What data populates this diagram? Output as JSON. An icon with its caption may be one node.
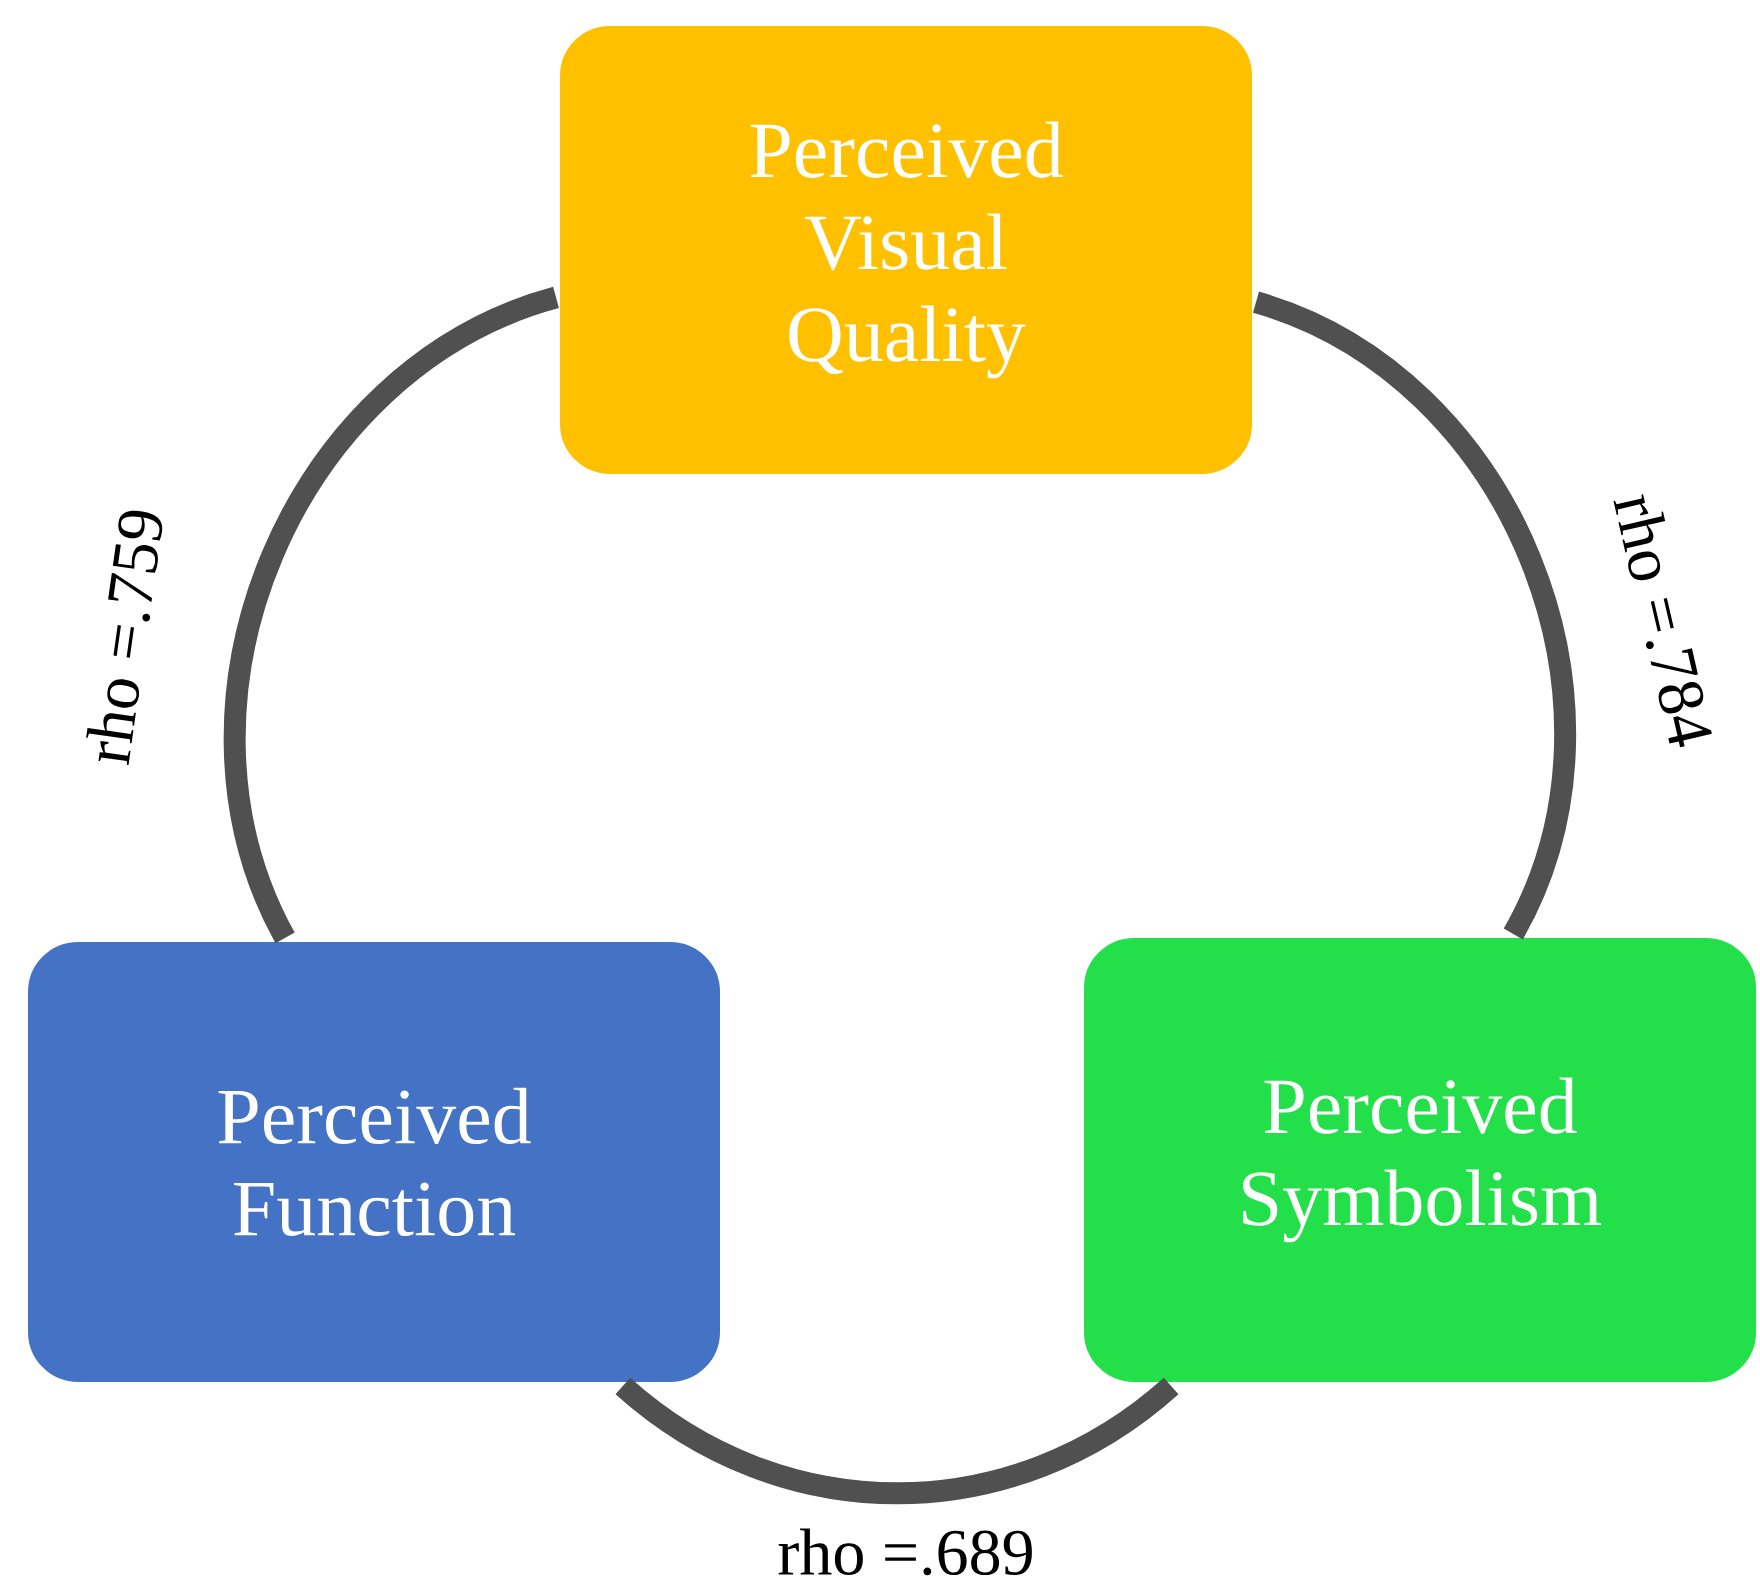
{
  "diagram": {
    "nodes": [
      {
        "text": [
          "Perceived Visual Quality"
        ]
      },
      {
        "text": [
          "Perceived Function"
        ]
      },
      {
        "text": [
          "Perceived Symbolism"
        ]
      }
    ],
    "edges": [
      {
        "from": 0,
        "to": 1,
        "arrow": "none",
        "label": "rho =.759"
      },
      {
        "from": 0,
        "to": 2,
        "arrow": "none",
        "label": "rho =.784"
      },
      {
        "from": 1,
        "to": 2,
        "arrow": "none",
        "label": "rho =.689"
      }
    ]
  }
}
